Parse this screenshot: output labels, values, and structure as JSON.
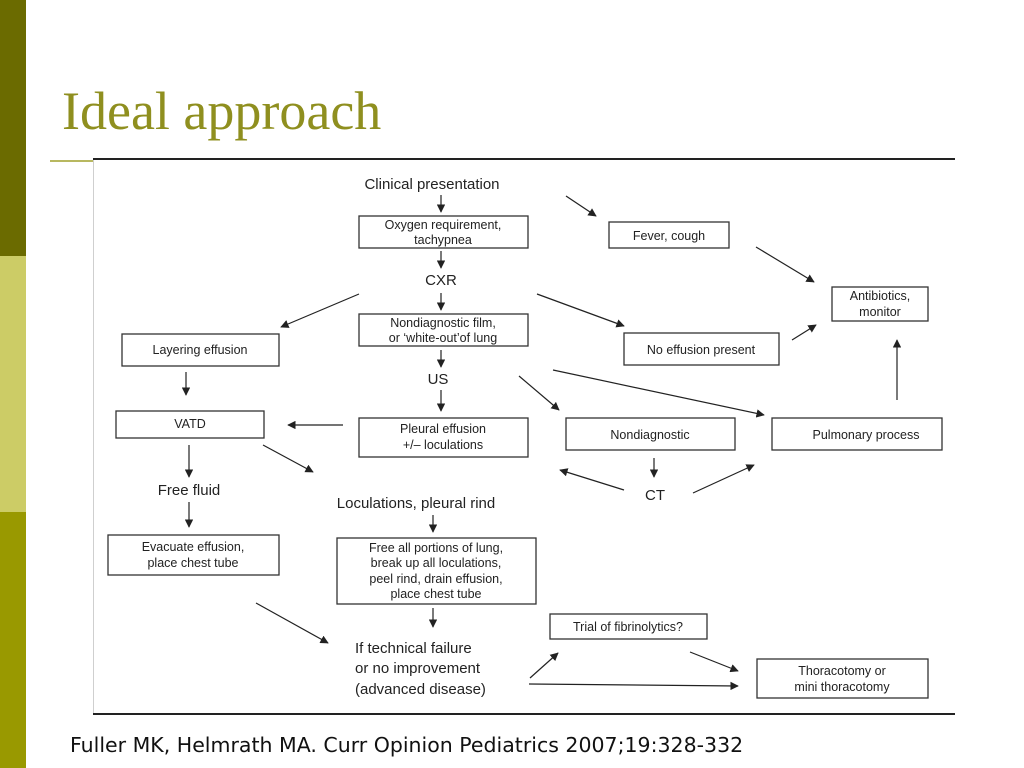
{
  "slide": {
    "title": "Ideal approach",
    "citation": "Fuller MK, Helmrath MA. Curr Opinion Pediatrics 2007;19:328-332",
    "colors": {
      "bar_dark": "#6b6b00",
      "bar_light": "#cccc66",
      "bar_mid": "#999900",
      "title": "#8f8f1f"
    }
  },
  "flowchart": {
    "clinical_presentation": "Clinical presentation",
    "oxygen": [
      "Oxygen requirement,",
      "tachypnea"
    ],
    "fever": "Fever, cough",
    "cxr": "CXR",
    "antibiotics": [
      "Antibiotics,",
      "monitor"
    ],
    "layering": "Layering effusion",
    "nondiagnostic_film": [
      "Nondiagnostic film,",
      "or ‘white-out’of lung"
    ],
    "no_effusion": "No effusion present",
    "us": "US",
    "vatd": "VATD",
    "pleural_effusion": [
      "Pleural effusion",
      "+/– loculations"
    ],
    "nondiagnostic": "Nondiagnostic",
    "pulmonary_process": "Pulmonary process",
    "free_fluid": "Free fluid",
    "ct": "CT",
    "loculations": "Loculations, pleural rind",
    "evacuate": [
      "Evacuate effusion,",
      "place chest tube"
    ],
    "free_lung": [
      "Free all portions of lung,",
      "break up all loculations,",
      "peel rind, drain effusion,",
      "place chest tube"
    ],
    "technical_failure": [
      "If technical failure",
      "or no improvement",
      "(advanced disease)"
    ],
    "fibrinolytics": "Trial of fibrinolytics?",
    "thoracotomy": [
      "Thoracotomy or",
      "mini thoracotomy"
    ]
  }
}
